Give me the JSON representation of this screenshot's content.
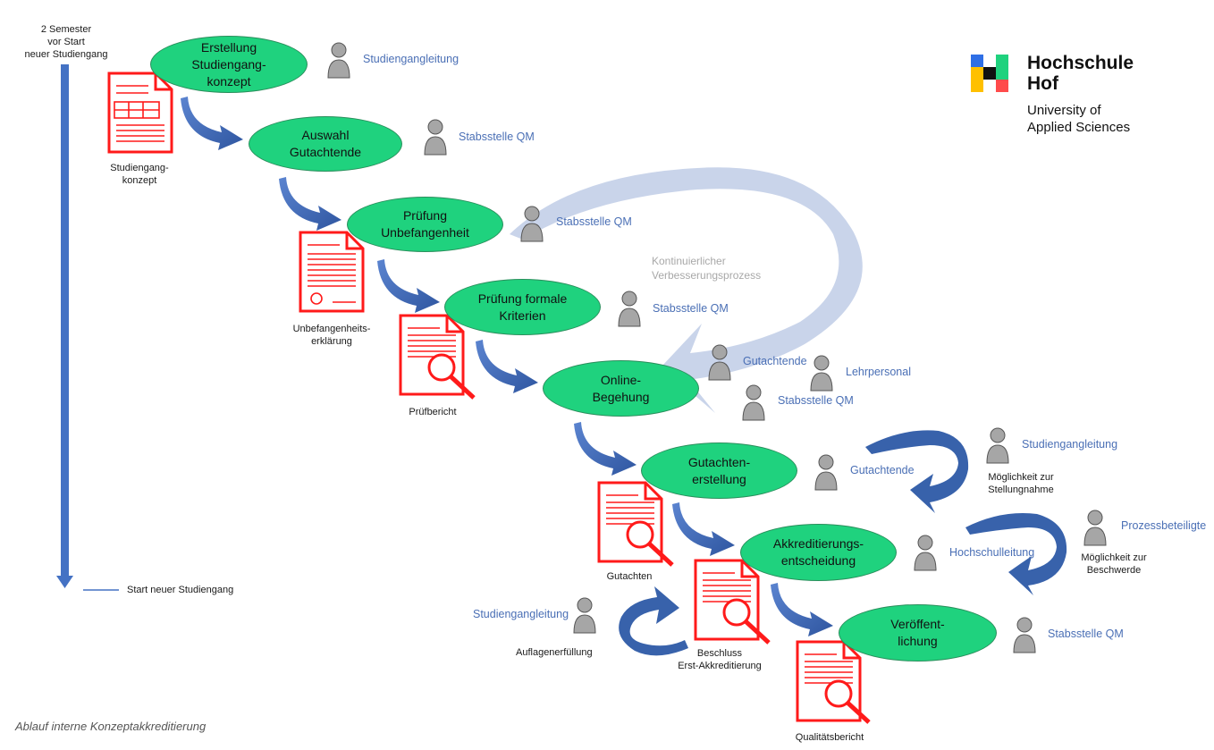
{
  "timeline": {
    "top_label": "2 Semester\nvor Start\nneuer Studiengang",
    "bottom_label": "Start neuer Studiengang"
  },
  "steps": [
    {
      "label": "Erstellung\nStudiengang-\nkonzept",
      "actor": "Studiengangleitung"
    },
    {
      "label": "Auswahl\nGutachtende",
      "actor": "Stabsstelle QM"
    },
    {
      "label": "Prüfung\nUnbefangenheit",
      "actor": "Stabsstelle QM"
    },
    {
      "label": "Prüfung formale\nKriterien",
      "actor": "Stabsstelle QM"
    },
    {
      "label": "Online-\nBegehung",
      "actors": [
        "Gutachtende",
        "Lehrpersonal",
        "Stabsstelle QM"
      ]
    },
    {
      "label": "Gutachten-\nerstellung",
      "actor": "Gutachtende"
    },
    {
      "label": "Akkreditierungs-\nentscheidung",
      "actor": "Hochschulleitung"
    },
    {
      "label": "Veröffent-\nlichung",
      "actor": "Stabsstelle QM"
    }
  ],
  "documents": [
    {
      "label": "Studiengang-\nkonzept"
    },
    {
      "label": "Unbefangenheits-\nerklärung"
    },
    {
      "label": "Prüfbericht"
    },
    {
      "label": "Gutachten"
    },
    {
      "label": "Beschluss\nErst-Akkreditierung"
    },
    {
      "label": "Qualitätsbericht"
    }
  ],
  "loops": {
    "improvement": "Kontinuierlicher\nVerbesserungsprozess",
    "statement": {
      "actor": "Studiengangleitung",
      "label": "Möglichkeit zur\nStellungnahme"
    },
    "complaint": {
      "actor": "Prozessbeteiligte",
      "label": "Möglichkeit zur\nBeschwerde"
    },
    "conditions": {
      "actor": "Studiengangleitung",
      "label": "Auflagenerfüllung"
    }
  },
  "logo": {
    "title": "Hochschule\nHof",
    "subtitle": "University of\nApplied Sciences"
  },
  "caption": "Ablauf interne Konzeptakkreditierung",
  "colors": {
    "node": "#1fd27e",
    "arrow": "#4472c4",
    "document": "#ff0000",
    "person": "#a6a6a6"
  }
}
